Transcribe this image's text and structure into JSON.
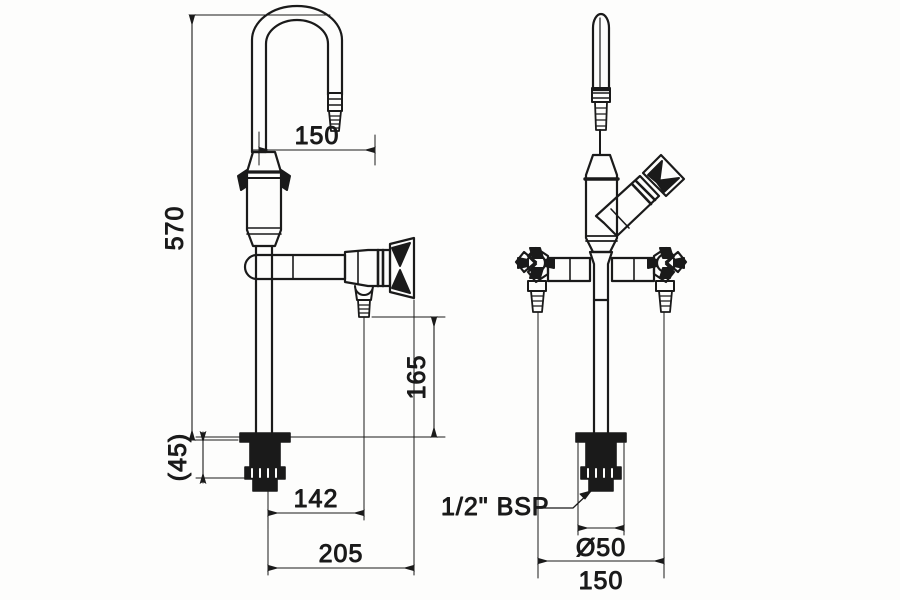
{
  "drawing": {
    "title": "Laboratory Pillar Tap Technical Drawing",
    "background_color": "#fdfdfc",
    "line_color": "#1a1a1a",
    "views": [
      {
        "name": "side-elevation",
        "position": "left",
        "description": "Side elevation of laboratory gooseneck mixer tap with swivel spout and side valve"
      },
      {
        "name": "front-elevation",
        "position": "right",
        "description": "Front elevation showing twin cross-handle valves and angled outlet"
      }
    ]
  },
  "dimensions": {
    "overall_height": "570",
    "spout_reach": "150",
    "valve_height": "165",
    "base_offset": "(45)",
    "nozzle_offset": "142",
    "overall_depth": "205",
    "shank_diameter": "Ø50",
    "spread": "150"
  },
  "annotations": {
    "thread_callout": "1/2\" BSP"
  }
}
